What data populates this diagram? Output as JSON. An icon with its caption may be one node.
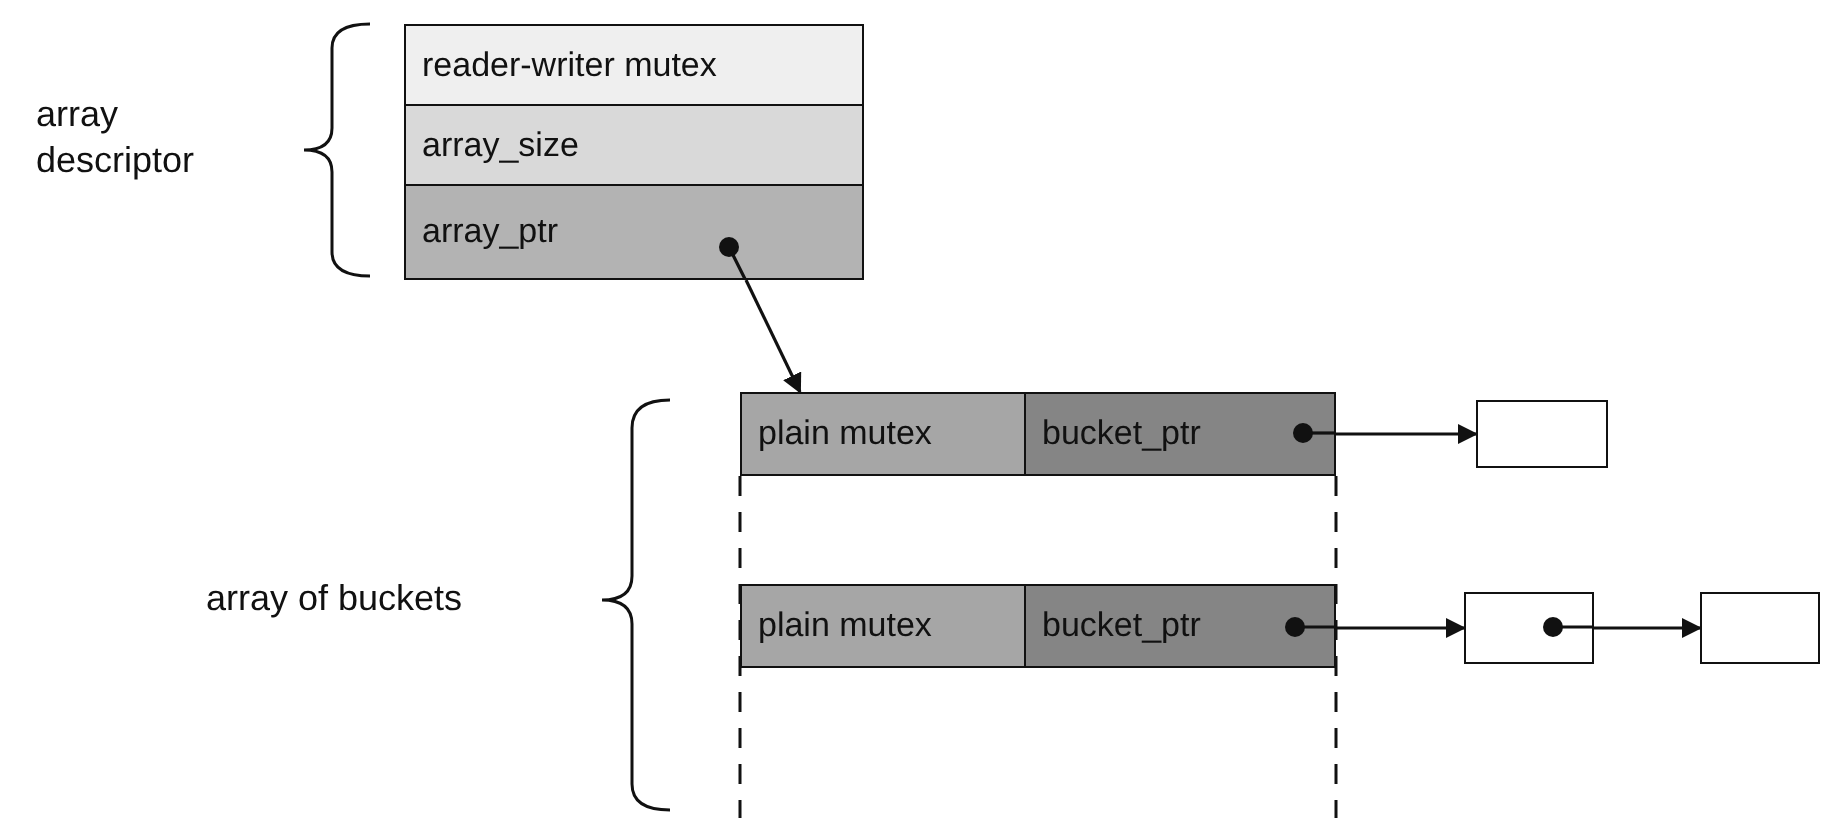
{
  "diagram": {
    "nodes": [
      {
        "text": [
          "reader-writer mutex"
        ]
      },
      {
        "text": [
          "array_size"
        ]
      },
      {
        "text": [
          "array_ptr"
        ]
      },
      {
        "text": [
          "plain mutex"
        ]
      },
      {
        "text": [
          "bucket_ptr"
        ]
      },
      {
        "text": [],
        "shape": "box"
      },
      {
        "text": [
          "plain mutex"
        ]
      },
      {
        "text": [
          "bucket_ptr"
        ]
      },
      {
        "text": [],
        "shape": "box"
      },
      {
        "text": [],
        "shape": "box"
      }
    ],
    "edges": [
      {
        "from": 2,
        "to": 3,
        "arrow": "to"
      },
      {
        "from": 4,
        "to": 5,
        "arrow": "to"
      },
      {
        "from": 7,
        "to": 8,
        "arrow": "to"
      },
      {
        "from": 8,
        "to": 9,
        "arrow": "to"
      }
    ],
    "labels": [
      "array descriptor",
      "array of buckets"
    ]
  }
}
